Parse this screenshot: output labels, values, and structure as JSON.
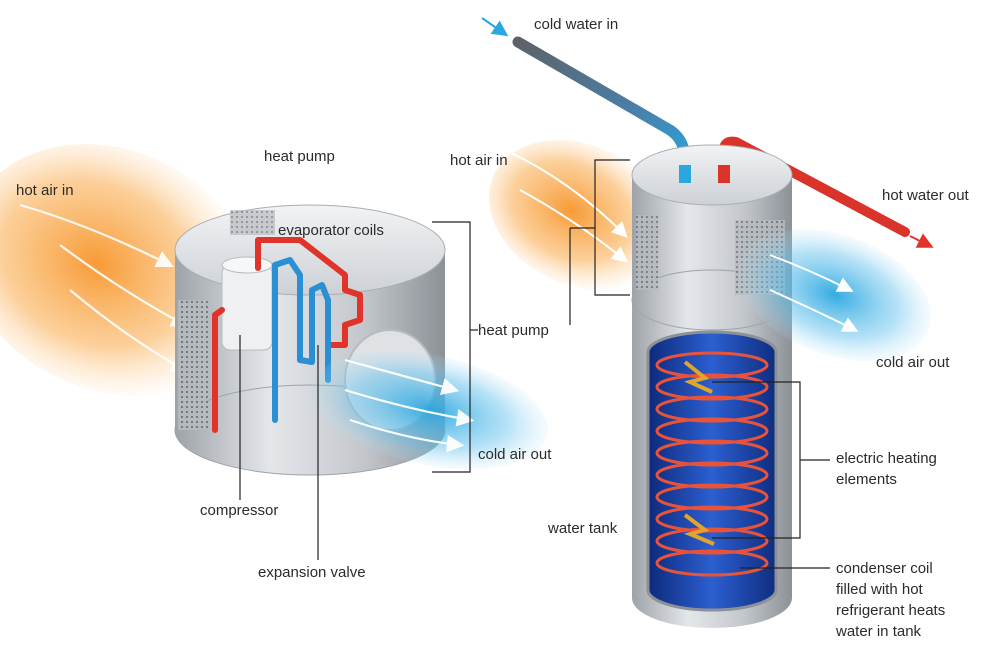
{
  "labels": {
    "cold_water_in": "cold water in",
    "heat_pump_top": "heat pump",
    "hot_air_in_left": "hot air in",
    "evaporator_coils": "evaporator coils",
    "heat_pump_bracket": "heat pump",
    "compressor": "compressor",
    "expansion_valve": "expansion valve",
    "cold_air_out_left": "cold air out",
    "hot_air_in_right": "hot air in",
    "hot_water_out": "hot water out",
    "cold_air_out_right": "cold air out",
    "electric_heating_1": "electric heating",
    "electric_heating_2": "elements",
    "water_tank": "water tank",
    "condenser_1": "condenser coil",
    "condenser_2": "filled with hot",
    "condenser_3": "refrigerant heats",
    "condenser_4": "water in tank"
  },
  "colors": {
    "hot_air": "#f7952a",
    "cold_air": "#2aa7e0",
    "refrigerant_hot": "#e0342a",
    "refrigerant_cold": "#2b8fd3",
    "metal": "#c9cdd2",
    "tank_inner": "#1f43a8",
    "heating_element": "#e2a52c"
  }
}
